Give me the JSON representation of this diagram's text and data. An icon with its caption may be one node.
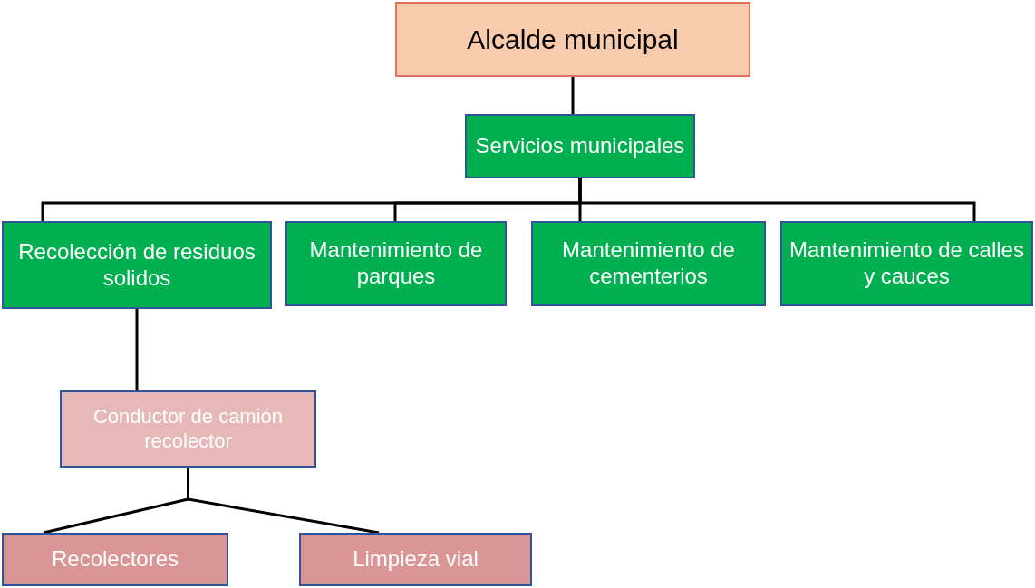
{
  "diagram": {
    "nodes": [
      {
        "text": [
          "Alcalde municipal"
        ]
      },
      {
        "text": [
          "Servicios municipales"
        ]
      },
      {
        "text": [
          "Recolección de residuos solidos"
        ]
      },
      {
        "text": [
          "Mantenimiento de parques"
        ]
      },
      {
        "text": [
          "Mantenimiento de cementerios"
        ]
      },
      {
        "text": [
          "Mantenimiento de calles y cauces"
        ]
      },
      {
        "text": [
          "Conductor de camión recolector"
        ]
      },
      {
        "text": [
          "Recolectores"
        ]
      },
      {
        "text": [
          "Limpieza vial"
        ]
      }
    ],
    "edges": [
      {
        "from": 0,
        "to": 1,
        "arrow": "none"
      },
      {
        "from": 1,
        "to": 2,
        "arrow": "none"
      },
      {
        "from": 1,
        "to": 3,
        "arrow": "none"
      },
      {
        "from": 1,
        "to": 4,
        "arrow": "none"
      },
      {
        "from": 1,
        "to": 5,
        "arrow": "none"
      },
      {
        "from": 2,
        "to": 6,
        "arrow": "none"
      },
      {
        "from": 6,
        "to": 7,
        "arrow": "none"
      },
      {
        "from": 6,
        "to": 8,
        "arrow": "none"
      }
    ]
  }
}
